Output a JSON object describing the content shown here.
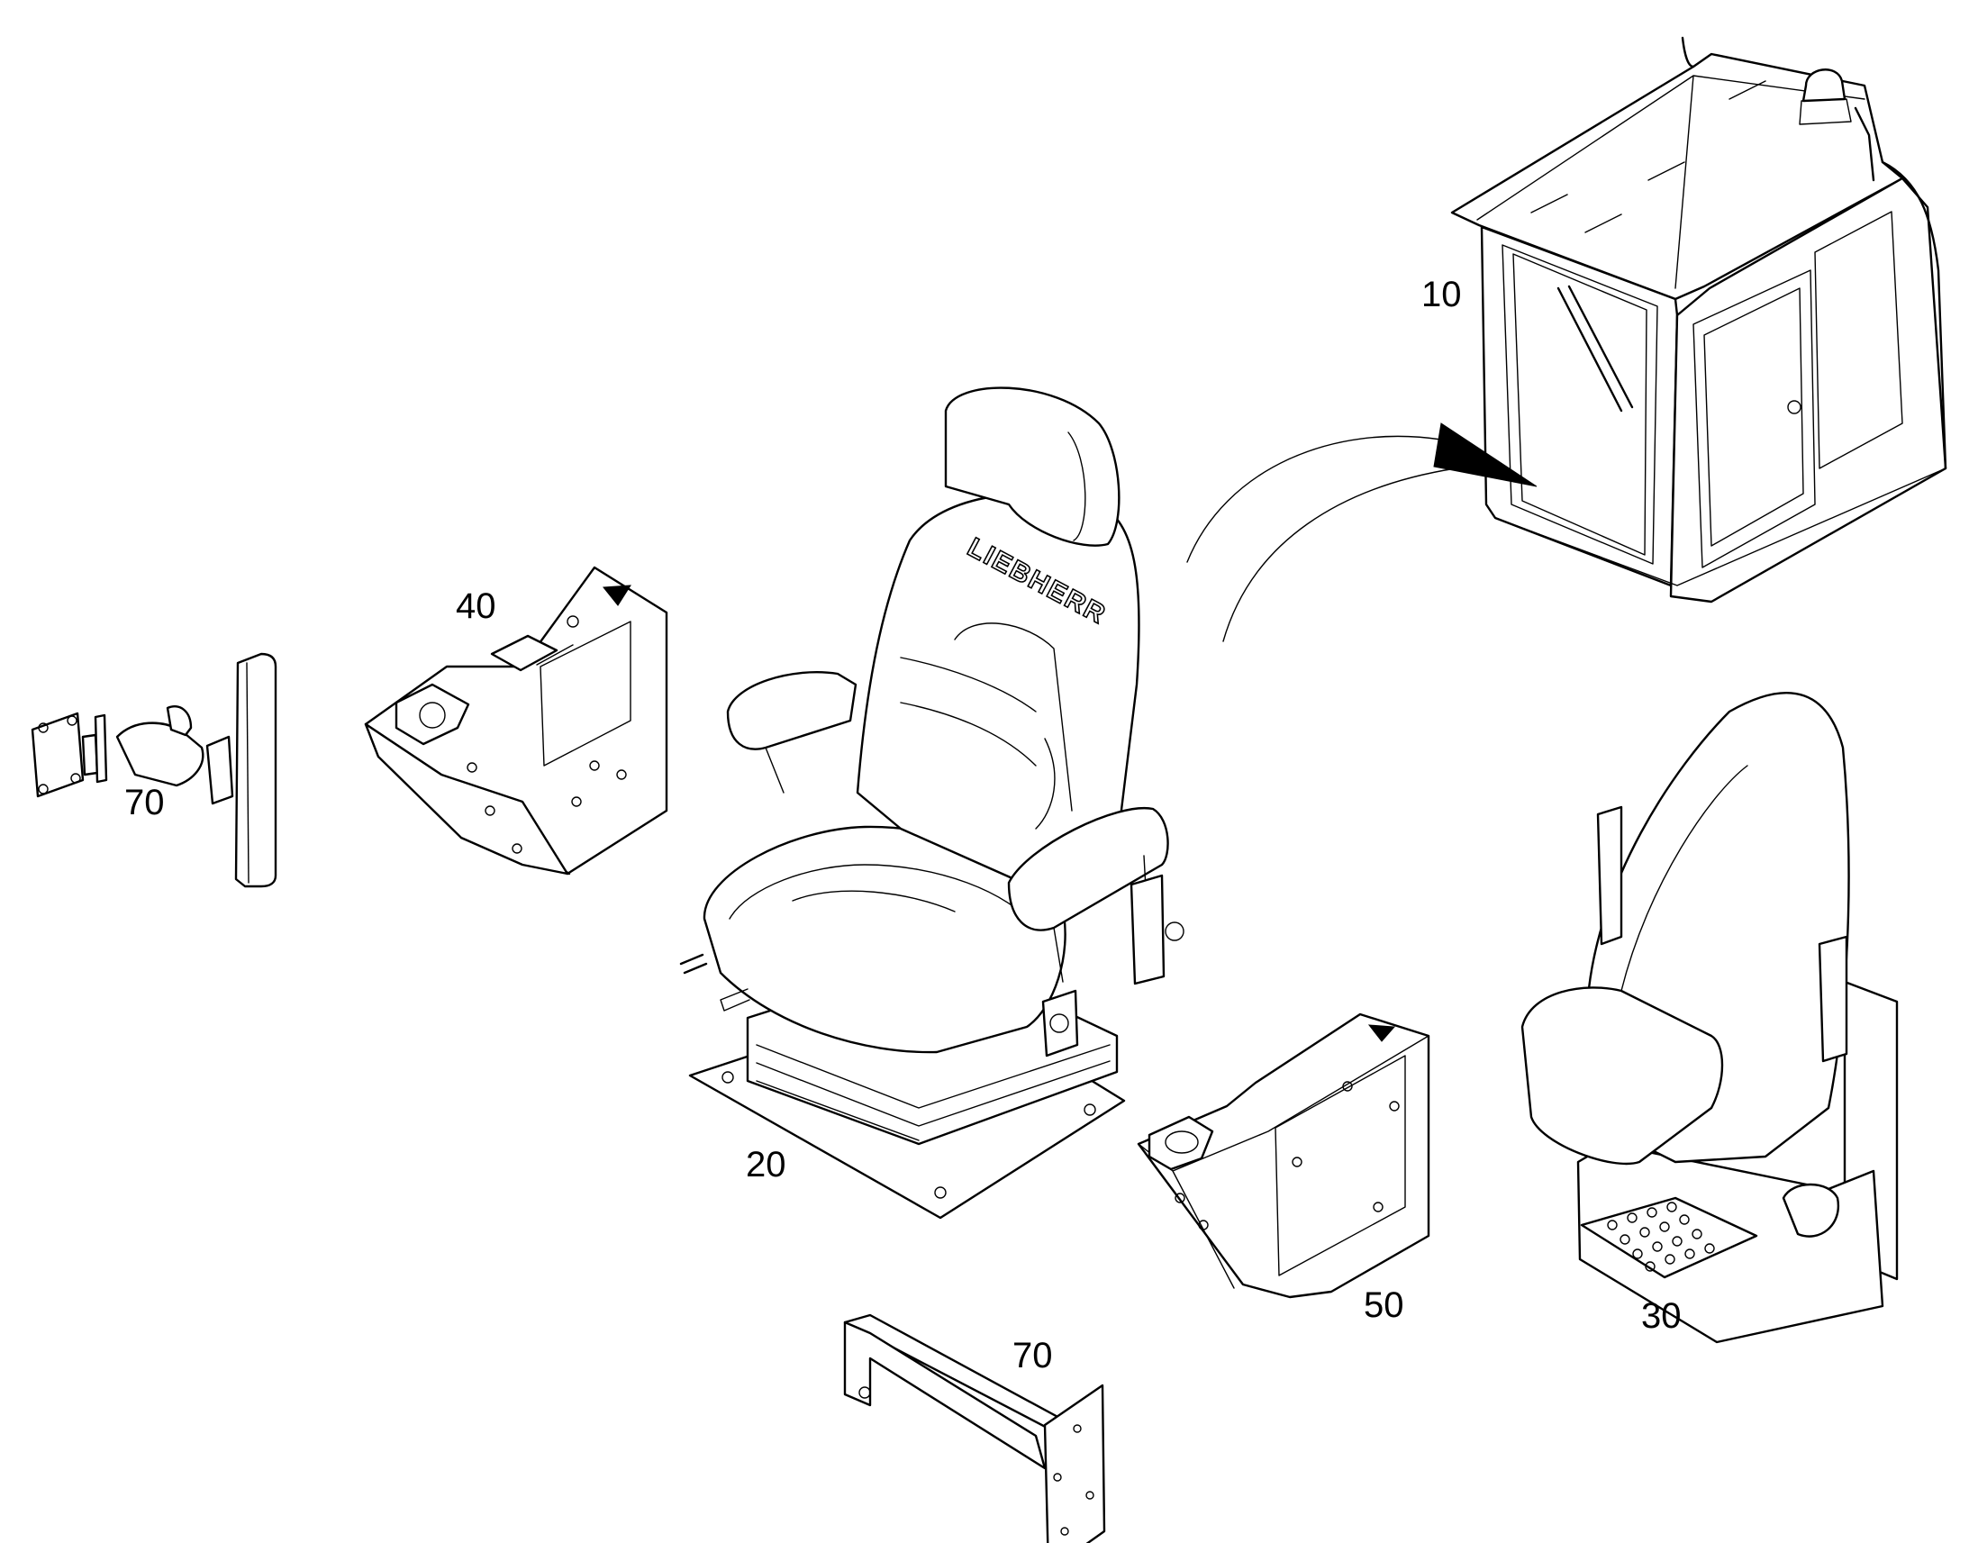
{
  "callouts": {
    "cab": "10",
    "seat": "20",
    "seat_rear": "30",
    "left_console": "40",
    "right_console": "50",
    "display_mount": "70",
    "foot_rest": "70"
  },
  "seat_brand": "LIEBHERR",
  "colors": {
    "line": "#000000",
    "background": "#ffffff"
  }
}
